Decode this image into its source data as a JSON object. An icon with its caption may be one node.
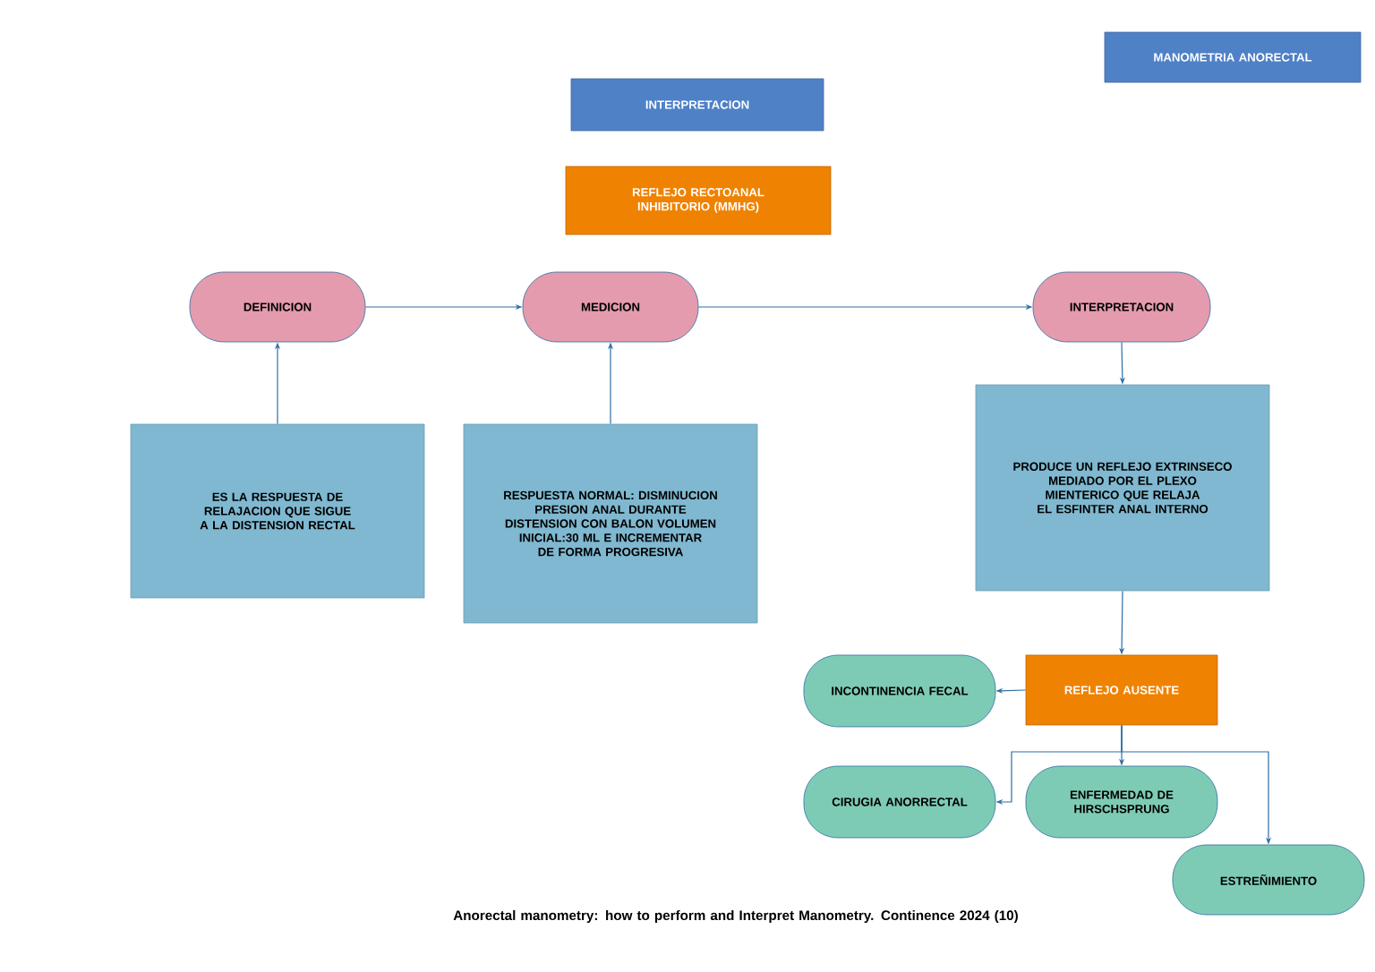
{
  "diagram": {
    "caption": "Anorectal manometry:  how to perform and Interpret Manometry. Continence 2024 (10)",
    "nodes": [
      {
        "text": [
          "MANOMETRIA ANORECTAL"
        ]
      },
      {
        "text": [
          "INTERPRETACION"
        ]
      },
      {
        "text": [
          "REFLEJO RECTOANAL INHIBITORIO (MMHG)"
        ]
      },
      {
        "text": [
          "DEFINICION"
        ]
      },
      {
        "text": [
          "MEDICION"
        ]
      },
      {
        "text": [
          "INTERPRETACION"
        ]
      },
      {
        "text": [
          "ES LA RESPUESTA DE RELAJACION QUE SIGUE A LA DISTENSION RECTAL"
        ]
      },
      {
        "text": [
          "RESPUESTA NORMAL: DISMINUCION PRESION ANAL DURANTE DISTENSION CON BALON VOLUMEN INICIAL:30 ML E INCREMENTAR DE FORMA PROGRESIVA"
        ]
      },
      {
        "text": [
          "PRODUCE UN REFLEJO EXTRINSECO MEDIADO POR EL PLEXO MIENTERICO QUE RELAJA EL ESFINTER ANAL INTERNO"
        ]
      },
      {
        "text": [
          "INCONTINENCIA FECAL"
        ]
      },
      {
        "text": [
          "REFLEJO AUSENTE"
        ]
      },
      {
        "text": [
          "CIRUGIA ANORRECTAL"
        ]
      },
      {
        "text": [
          "ENFERMEDAD DE HIRSCHSPRUNG"
        ]
      },
      {
        "text": [
          "ESTREÑIMIENTO"
        ]
      }
    ],
    "edges": [
      {
        "from": 3,
        "to": 4,
        "arrow": "to"
      },
      {
        "from": 4,
        "to": 5,
        "arrow": "to"
      },
      {
        "from": 6,
        "to": 3,
        "arrow": "to"
      },
      {
        "from": 7,
        "to": 4,
        "arrow": "to"
      },
      {
        "from": 5,
        "to": 8,
        "arrow": "to"
      },
      {
        "from": 8,
        "to": 10,
        "arrow": "to"
      },
      {
        "from": 10,
        "to": 9,
        "arrow": "to"
      },
      {
        "from": 10,
        "to": 11,
        "arrow": "to"
      },
      {
        "from": 10,
        "to": 12,
        "arrow": "to"
      },
      {
        "from": 10,
        "to": 13,
        "arrow": "to"
      }
    ]
  }
}
